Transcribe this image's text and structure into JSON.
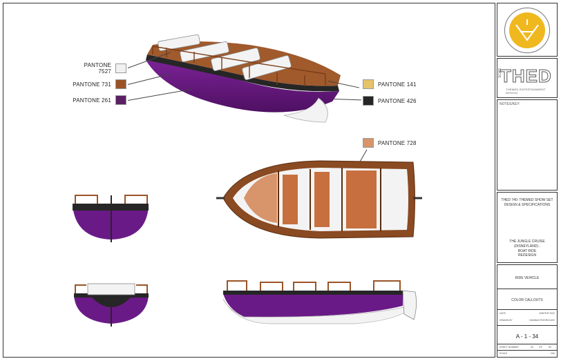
{
  "callouts": {
    "pantone_7527": {
      "label": "PANTONE 7527",
      "color": "#f1f1f1"
    },
    "pantone_731": {
      "label": "PANTONE 731",
      "color": "#9a5327"
    },
    "pantone_261": {
      "label": "PANTONE 261",
      "color": "#5b1f63"
    },
    "pantone_141": {
      "label": "PANTONE 141",
      "color": "#e6c36a"
    },
    "pantone_426": {
      "label": "PANTONE 426",
      "color": "#262626"
    },
    "pantone_728": {
      "label": "PANTONE 728",
      "color": "#d8946a"
    }
  },
  "colors": {
    "hull_purple": "#6a1a86",
    "trim_black": "#2a2a2a",
    "wood": "#a05a2c",
    "canopy_white": "#f3f3f3",
    "deck_light": "#d89070"
  },
  "titleblock": {
    "logo_mark": "logo-icon",
    "thed_big": "THED",
    "thed_sub": "THEMED ENTERTAINMENT DESIGN",
    "thed_vert": "SCAD",
    "notes_label": "NOTES/KEY:",
    "course_line1": "THED 740: THEMED SHOW SET",
    "course_line2": "DESIGN & SPECIFICATIONS",
    "project_line1": "THE JUNGLE CRUISE",
    "project_line2": "(DISNEYLAND) -",
    "project_line3": "BOAT RIDE",
    "project_line4": "REDESIGN",
    "sheet_title": "RIDE VEHICLE",
    "sheet_subtitle": "COLOR CALLOUTS",
    "date_label": "DATE",
    "date_value": "WINTER 2022",
    "drawn_label": "DRAWN BY",
    "drawn_value": "HANNAH RODRIGUEZ",
    "sheet_number": "A - 1 - 34",
    "sheet_number_label": "SHEET NUMBER",
    "sheet_of_1": "34",
    "sheet_of": "OF",
    "sheet_of_2": "50",
    "scale_label": "SCALE",
    "scale_value": "N/A"
  }
}
